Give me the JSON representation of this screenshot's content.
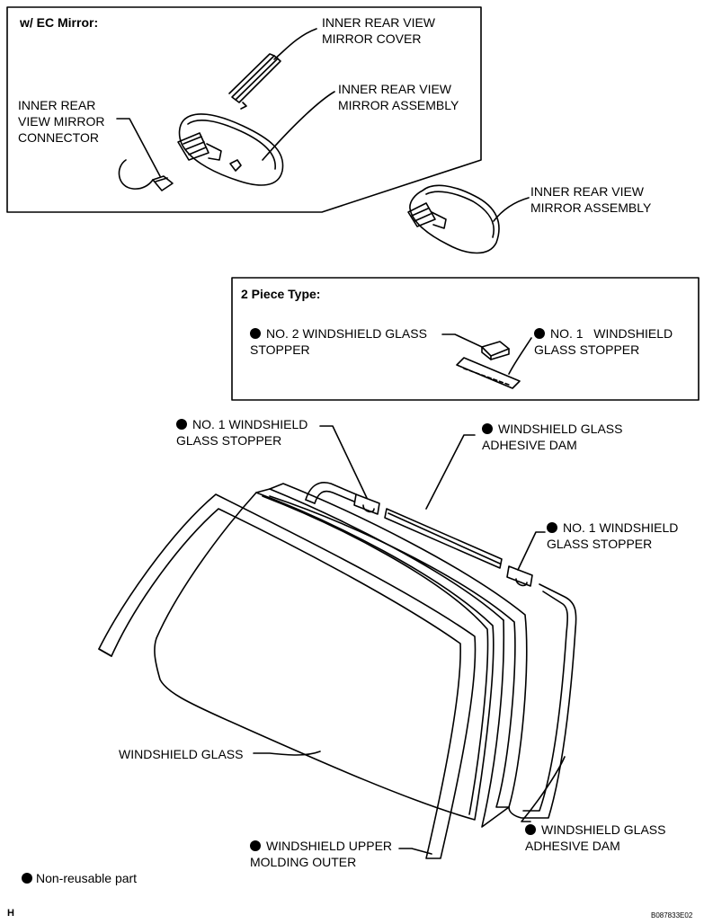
{
  "ec_mirror_box": {
    "title": "w/ EC Mirror:",
    "label_cover": "INNER REAR VIEW\nMIRROR COVER",
    "label_assembly": "INNER REAR VIEW\nMIRROR ASSEMBLY",
    "label_connector": "INNER REAR\nVIEW MIRROR\nCONNECTOR"
  },
  "standalone_mirror": {
    "label_assembly": "INNER REAR VIEW\nMIRROR ASSEMBLY"
  },
  "two_piece_box": {
    "title": "2 Piece Type:",
    "label_no2_stopper": "NO. 2 WINDSHIELD GLASS\nSTOPPER",
    "label_no1_stopper": "NO. 1   WINDSHIELD\nGLASS STOPPER"
  },
  "main_parts": {
    "label_no1_stopper_left": "NO. 1 WINDSHIELD\nGLASS STOPPER",
    "label_adhesive_dam_top": "WINDSHIELD GLASS\nADHESIVE DAM",
    "label_no1_stopper_right": "NO. 1 WINDSHIELD\nGLASS STOPPER",
    "label_windshield_glass": "WINDSHIELD GLASS",
    "label_adhesive_dam_bottom": "WINDSHIELD GLASS\nADHESIVE DAM",
    "label_upper_molding": "WINDSHIELD UPPER\nMOLDING OUTER"
  },
  "legend": {
    "non_reusable": "Non-reusable part"
  },
  "footer": {
    "corner_letter": "H",
    "figure_code": "B087833E02"
  }
}
